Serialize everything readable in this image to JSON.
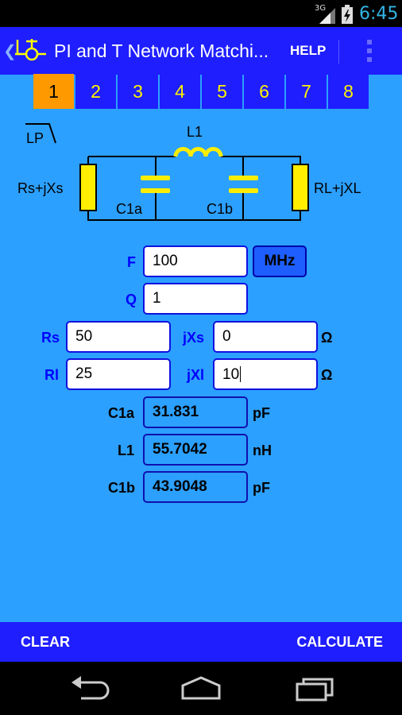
{
  "status": {
    "network": "3G",
    "time": "6:45"
  },
  "actionbar": {
    "title": "PI and T Network Matchi...",
    "help_label": "HELP"
  },
  "tabs": [
    "1",
    "2",
    "3",
    "4",
    "5",
    "6",
    "7",
    "8"
  ],
  "active_tab": "1",
  "circuit": {
    "type_label": "LP",
    "l1_label": "L1",
    "rs_label": "Rs+jXs",
    "rl_label": "RL+jXL",
    "c1a_label": "C1a",
    "c1b_label": "C1b"
  },
  "form": {
    "f_label": "F",
    "f_value": "100",
    "f_unit": "MHz",
    "q_label": "Q",
    "q_value": "1",
    "rs_label": "Rs",
    "rs_value": "50",
    "jxs_label": "jXs",
    "jxs_value": "0",
    "jxs_unit": "Ω",
    "rl_label": "Rl",
    "rl_value": "25",
    "jxl_label": "jXl",
    "jxl_value": "10",
    "jxl_unit": "Ω"
  },
  "results": {
    "c1a_label": "C1a",
    "c1a_value": "31.831",
    "c1a_unit": "pF",
    "l1_label": "L1",
    "l1_value": "55.7042",
    "l1_unit": "nH",
    "c1b_label": "C1b",
    "c1b_value": "43.9048",
    "c1b_unit": "pF"
  },
  "bottombar": {
    "clear_label": "CLEAR",
    "calculate_label": "CALCULATE"
  },
  "colors": {
    "background": "#2ca0ff",
    "bars": "#1e1eff",
    "active_tab": "#ff9900",
    "tab_text": "#fff200",
    "label_blue": "#0000ff"
  }
}
